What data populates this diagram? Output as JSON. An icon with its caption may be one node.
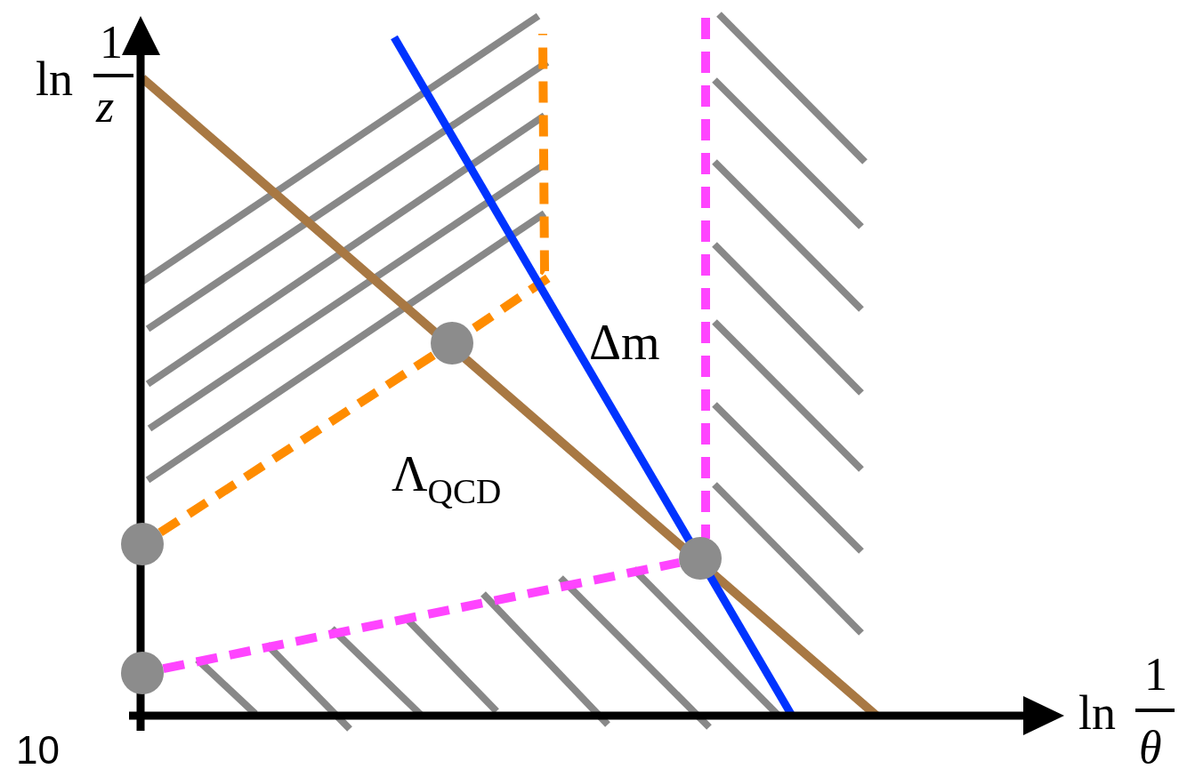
{
  "diagram": {
    "nodes": [
      {
        "text": [],
        "shape": "circle"
      },
      {
        "text": [],
        "shape": "circle"
      },
      {
        "text": [],
        "shape": "circle"
      },
      {
        "text": [],
        "shape": "circle"
      }
    ],
    "edges": [
      {
        "from": 1,
        "to": 0,
        "arrow": "none",
        "style": "dashed",
        "color": "#ff8c00"
      },
      {
        "from": 3,
        "to": 2,
        "arrow": "none",
        "style": "dashed",
        "color": "#ff44ff"
      }
    ],
    "labels": [
      "ln",
      "1",
      "z",
      "ln",
      "1",
      "θ",
      "Λ$_{QCD}$",
      "Δm",
      "10"
    ]
  }
}
